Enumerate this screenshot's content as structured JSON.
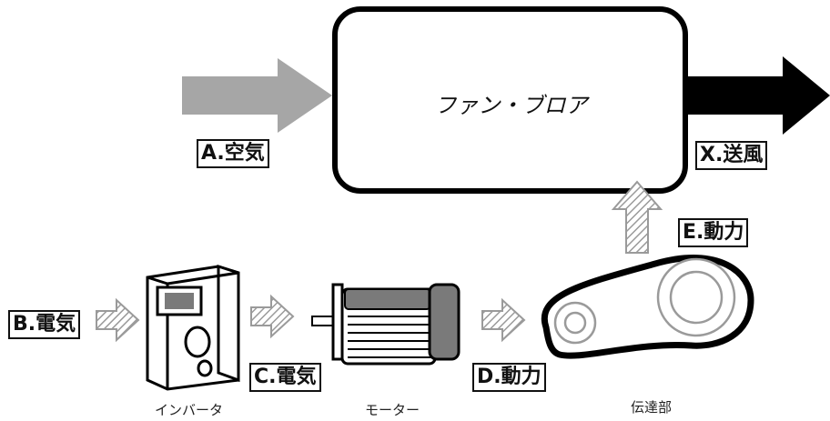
{
  "main_box": {
    "title": "ファン・ブロア"
  },
  "labels": {
    "air_in": "A.空気",
    "air_out": "X.送風",
    "power_e": "E.動力",
    "electric_b": "B.電気",
    "electric_c": "C.電気",
    "power_d": "D.動力"
  },
  "captions": {
    "inverter": "インバータ",
    "motor": "モーター",
    "transmission": "伝達部"
  },
  "colors": {
    "air_arrow": "#a6a6a6",
    "output_arrow": "#000000",
    "flow_arrow_hatch": "#a6a6a6"
  }
}
